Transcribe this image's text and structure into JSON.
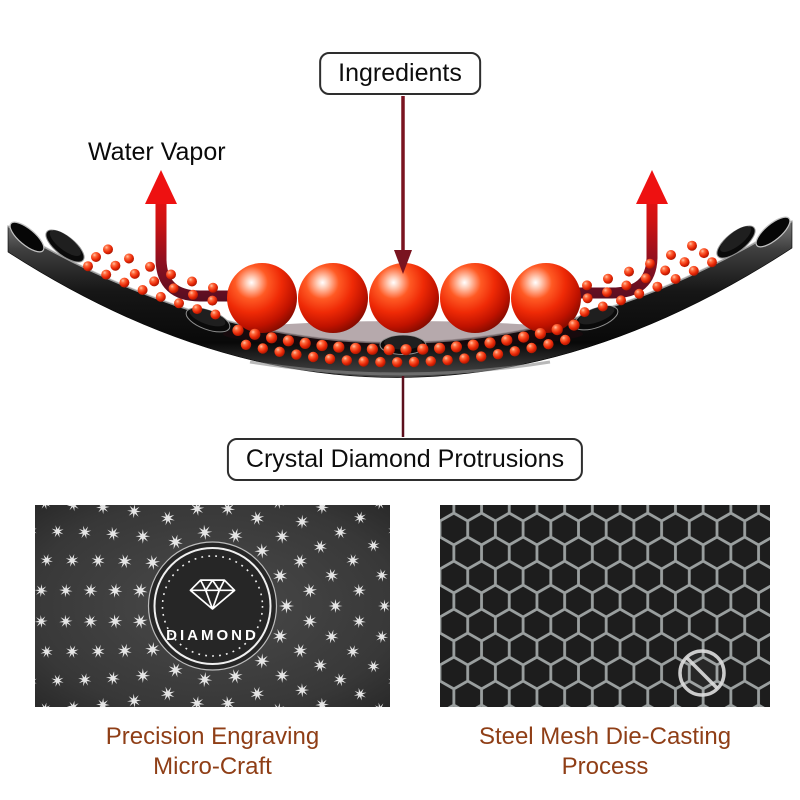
{
  "diagram": {
    "ingredients_label": "Ingredients",
    "water_vapor_label": "Water Vapor",
    "protrusions_label": "Crystal Diamond Protrusions"
  },
  "panels": {
    "left": {
      "logo_text": "DIAMOND",
      "caption_line1": "Precision Engraving",
      "caption_line2": "Micro-Craft"
    },
    "right": {
      "caption_line1": "Steel Mesh Die-Casting",
      "caption_line2": "Process"
    }
  },
  "colors": {
    "arrow_bright_red": "#ee1111",
    "arrow_dark_maroon": "#4f0d22",
    "sphere_red": "#e8280a",
    "caption_brown": "#8f3e16",
    "pan_dark": "#161616",
    "label_border": "#2e2e2e"
  }
}
